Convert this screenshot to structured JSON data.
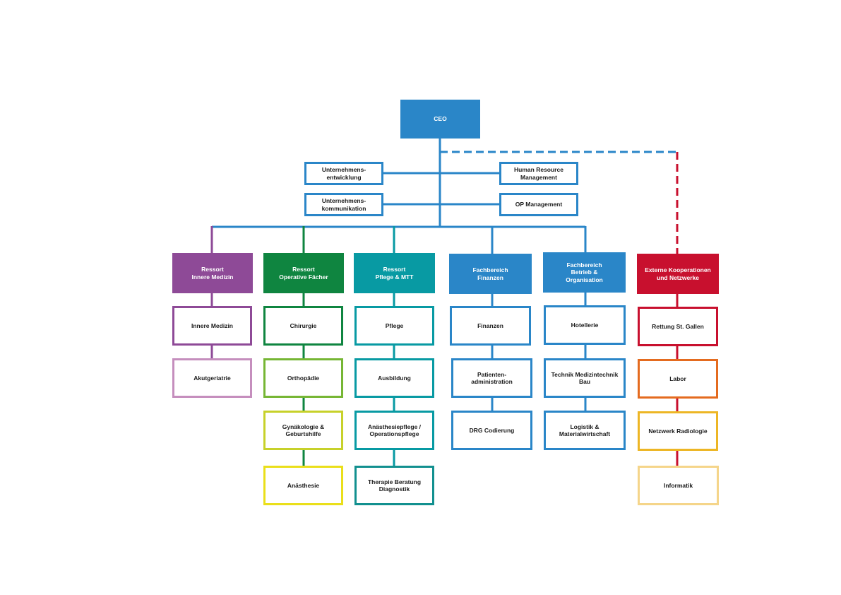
{
  "colors": {
    "blue": "#2a86c8",
    "purple": "#8e4a97",
    "purple_light": "#c58ebd",
    "green": "#0f8540",
    "green_light": "#76b634",
    "lime": "#c7d12a",
    "yellow": "#eadf1a",
    "teal": "#089aa3",
    "teal_dark": "#12908f",
    "red": "#c8102e",
    "orange": "#e46b1f",
    "amber": "#edb625",
    "amber_light": "#f5d58a"
  },
  "ceo": {
    "label": "CEO"
  },
  "staff": {
    "left": [
      "Unternehmens-\nentwicklung",
      "Unternehmens-\nkommunikation"
    ],
    "right": [
      "Human Resource\nManagement",
      "OP Management"
    ]
  },
  "columns": [
    {
      "header": "Ressort\nInnere Medizin",
      "items": [
        "Innere Medizin",
        "Akutgeriatrie"
      ]
    },
    {
      "header": "Ressort\nOperative Fächer",
      "items": [
        "Chirurgie",
        "Orthopädie",
        "Gynäkologie &\nGeburtshilfe",
        "Anästhesie"
      ]
    },
    {
      "header": "Ressort\nPflege & MTT",
      "items": [
        "Pflege",
        "Ausbildung",
        "Anästhesiepflege /\nOperationspflege",
        "Therapie Beratung\nDiagnostik"
      ]
    },
    {
      "header": "Fachbereich\nFinanzen",
      "items": [
        "Finanzen",
        "Patienten-\nadministration",
        "DRG Codierung"
      ]
    },
    {
      "header": "Fachbereich\nBetrieb &\nOrganisation",
      "items": [
        "Hotellerie",
        "Technik Medizintechnik\nBau",
        "Logistik &\nMaterialwirtschaft"
      ]
    }
  ],
  "external": {
    "header": "Externe Kooperationen\nund Netzwerke",
    "items": [
      "Rettung St. Gallen",
      "Labor",
      "Netzwerk Radiologie",
      "Informatik"
    ]
  }
}
